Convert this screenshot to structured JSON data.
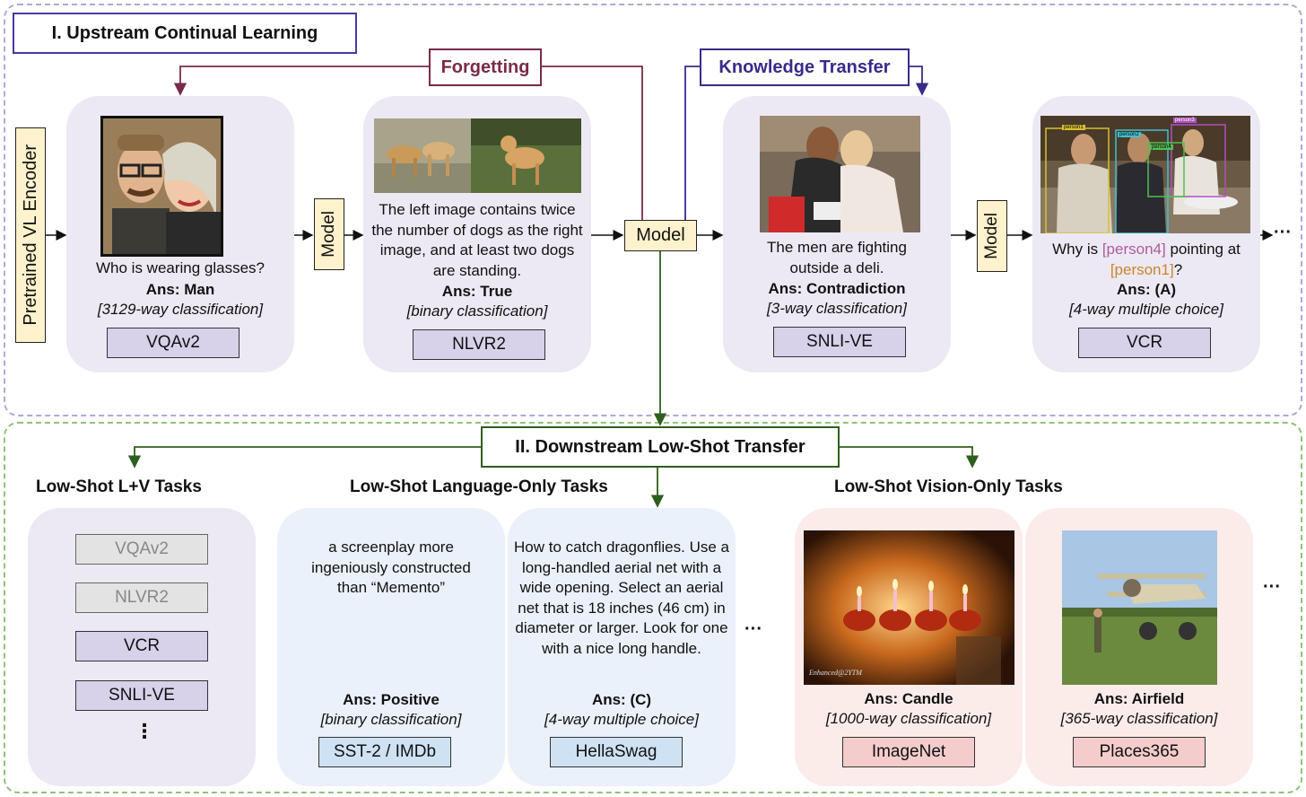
{
  "upstream": {
    "title": "I. Upstream Continual Learning",
    "encoder_label": "Pretrained VL Encoder",
    "model_label": "Model",
    "forgetting_label": "Forgetting",
    "transfer_label": "Knowledge Transfer",
    "ellipsis": "···",
    "tasks": [
      {
        "text": "Who is wearing glasses?",
        "answer": "Ans: Man",
        "classification": "[3129-way classification]",
        "name": "VQAv2"
      },
      {
        "text": "The left image contains twice the number of dogs as the right image, and at least two dogs are standing.",
        "answer": "Ans: True",
        "classification": "[binary classification]",
        "name": "NLVR2"
      },
      {
        "text": "The men are fighting outside a deli.",
        "answer": "Ans: Contradiction",
        "classification": "[3-way classification]",
        "name": "SNLI-VE"
      },
      {
        "text_pre": "Why is ",
        "person4": "[person4]",
        "text_mid": " pointing at ",
        "person1": "[person1]",
        "text_post": "?",
        "answer": "Ans: (A)",
        "classification": "[4-way multiple choice]",
        "name": "VCR"
      }
    ],
    "vcr_boxes": [
      "person1",
      "person2",
      "person3",
      "person4"
    ]
  },
  "downstream": {
    "title": "II. Downstream Low-Shot Transfer",
    "lv_heading": "Low-Shot L+V Tasks",
    "lang_heading": "Low-Shot Language-Only Tasks",
    "vision_heading": "Low-Shot Vision-Only Tasks",
    "lv_tasks": [
      "VQAv2",
      "NLVR2",
      "VCR",
      "SNLI-VE"
    ],
    "lv_more": "⋮",
    "ellipsis": "···",
    "lang_tasks": [
      {
        "text": "a screenplay more ingeniously constructed than “Memento”",
        "answer": "Ans: Positive",
        "classification": "[binary classification]",
        "name": "SST-2 / IMDb"
      },
      {
        "text": "How to catch dragonflies. Use a long-handled aerial net with a wide opening. Select an aerial net that is 18 inches (46 cm) in diameter or larger. Look for one with a nice long handle.",
        "answer": "Ans: (C)",
        "classification": "[4-way multiple choice]",
        "name": "HellaSwag"
      }
    ],
    "vision_tasks": [
      {
        "answer": "Ans: Candle",
        "classification": "[1000-way classification]",
        "name": "ImageNet",
        "watermark": "Enhanced@2YTM"
      },
      {
        "answer": "Ans: Airfield",
        "classification": "[365-way classification]",
        "name": "Places365"
      }
    ]
  },
  "colors": {
    "upstream_border": "#b6a6d6",
    "downstream_border": "#8fc27a",
    "purple": "#3b2a8a",
    "maroon": "#7a2a4a",
    "green": "#2e5e1e",
    "person4": "#b05a9a",
    "person1": "#c8852a"
  }
}
